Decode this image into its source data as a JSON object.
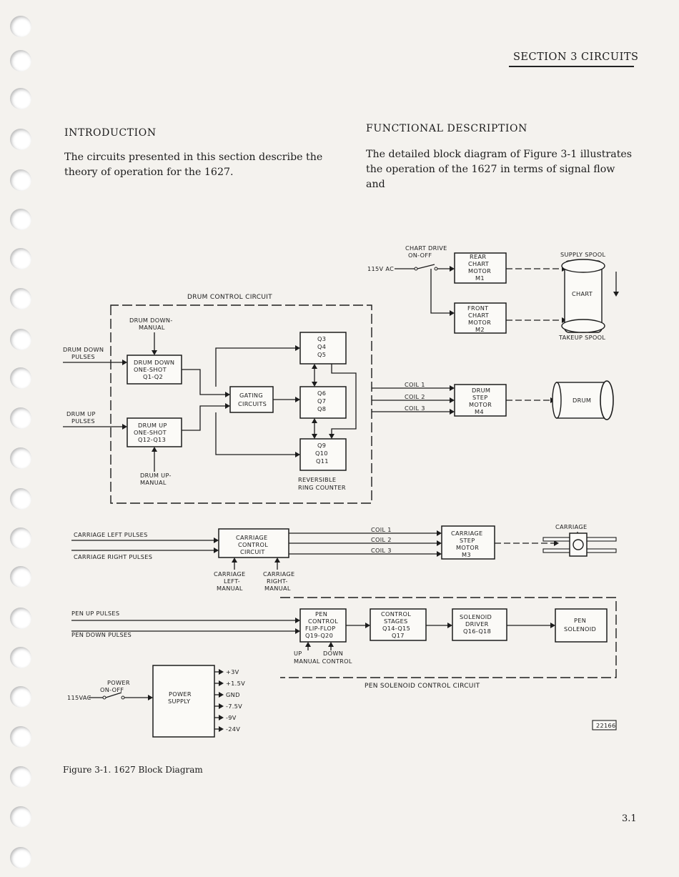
{
  "header": {
    "section": "SECTION 3 CIRCUITS"
  },
  "intro": {
    "heading": "INTRODUCTION",
    "body": "The circuits presented in this section describe the theory of operation for the 1627."
  },
  "functional": {
    "heading": "FUNCTIONAL DESCRIPTION",
    "body": "The detailed block diagram of Figure 3-1 illustrates the operation of the 1627 in terms of signal flow and"
  },
  "diagram": {
    "drum_control": {
      "title": "DRUM CONTROL CIRCUIT",
      "drum_down_manual": [
        "DRUM DOWN-",
        "MANUAL"
      ],
      "drum_down_pulses": [
        "DRUM DOWN",
        "PULSES"
      ],
      "drum_down_oneshot": [
        "DRUM DOWN",
        "ONE-SHOT",
        "Q1-Q2"
      ],
      "drum_up_pulses": [
        "DRUM UP",
        "PULSES"
      ],
      "drum_up_oneshot": [
        "DRUM UP",
        "ONE-SHOT",
        "Q12-Q13"
      ],
      "drum_up_manual": [
        "DRUM UP-",
        "MANUAL"
      ],
      "gating": [
        "GATING",
        "CIRCUITS"
      ],
      "q345": [
        "Q3",
        "Q4",
        "Q5"
      ],
      "q678": [
        "Q6",
        "Q7",
        "Q8"
      ],
      "q91011": [
        "Q9",
        "Q10",
        "Q11"
      ],
      "ring_counter": [
        "REVERSIBLE",
        "RING COUNTER"
      ]
    },
    "chart": {
      "drive_label": [
        "CHART DRIVE",
        "ON-OFF"
      ],
      "ac_label": "115V AC",
      "rear_motor": [
        "REAR",
        "CHART",
        "MOTOR",
        "M1"
      ],
      "front_motor": [
        "FRONT",
        "CHART",
        "MOTOR",
        "M2"
      ],
      "supply_spool": "SUPPLY SPOOL",
      "chart": "CHART",
      "takeup_spool": "TAKEUP SPOOL"
    },
    "drum_motor": {
      "coils": [
        "COIL 1",
        "COIL 2",
        "COIL 3"
      ],
      "motor": [
        "DRUM",
        "STEP",
        "MOTOR",
        "M4"
      ],
      "drum": "DRUM"
    },
    "carriage": {
      "left_pulses": "CARRIAGE LEFT PULSES",
      "right_pulses": "CARRIAGE RIGHT PULSES",
      "control": [
        "CARRIAGE",
        "CONTROL",
        "CIRCUIT"
      ],
      "left_manual": [
        "CARRIAGE",
        "LEFT-",
        "MANUAL"
      ],
      "right_manual": [
        "CARRIAGE",
        "RIGHT-",
        "MANUAL"
      ],
      "coils": [
        "COIL 1",
        "COIL 2",
        "COIL 3"
      ],
      "motor": [
        "CARRIAGE",
        "STEP",
        "MOTOR",
        "M3"
      ],
      "carriage_label": "CARRIAGE"
    },
    "pen": {
      "up_pulses": "PEN UP PULSES",
      "down_pulses": "PEN DOWN PULSES",
      "flipflop": [
        "PEN",
        "CONTROL",
        "FLIP-FLOP",
        "Q19-Q20"
      ],
      "manual": [
        "UP",
        "DOWN",
        "MANUAL CONTROL"
      ],
      "stages": [
        "CONTROL",
        "STAGES",
        "Q14-Q15",
        "Q17"
      ],
      "driver": [
        "SOLENOID",
        "DRIVER",
        "Q16-Q18"
      ],
      "solenoid": [
        "PEN",
        "SOLENOID"
      ],
      "circuit_title": "PEN SOLENOID CONTROL CIRCUIT"
    },
    "power": {
      "switch": [
        "POWER",
        "ON-OFF"
      ],
      "ac_label": "115VAC",
      "supply": [
        "POWER",
        "SUPPLY"
      ],
      "outputs": [
        "+3V",
        "+1.5V",
        "GND",
        "-7.5V",
        "-9V",
        "-24V"
      ]
    },
    "figure_id": "22166"
  },
  "caption": "Figure 3-1.  1627 Block Diagram",
  "page_number": "3.1"
}
